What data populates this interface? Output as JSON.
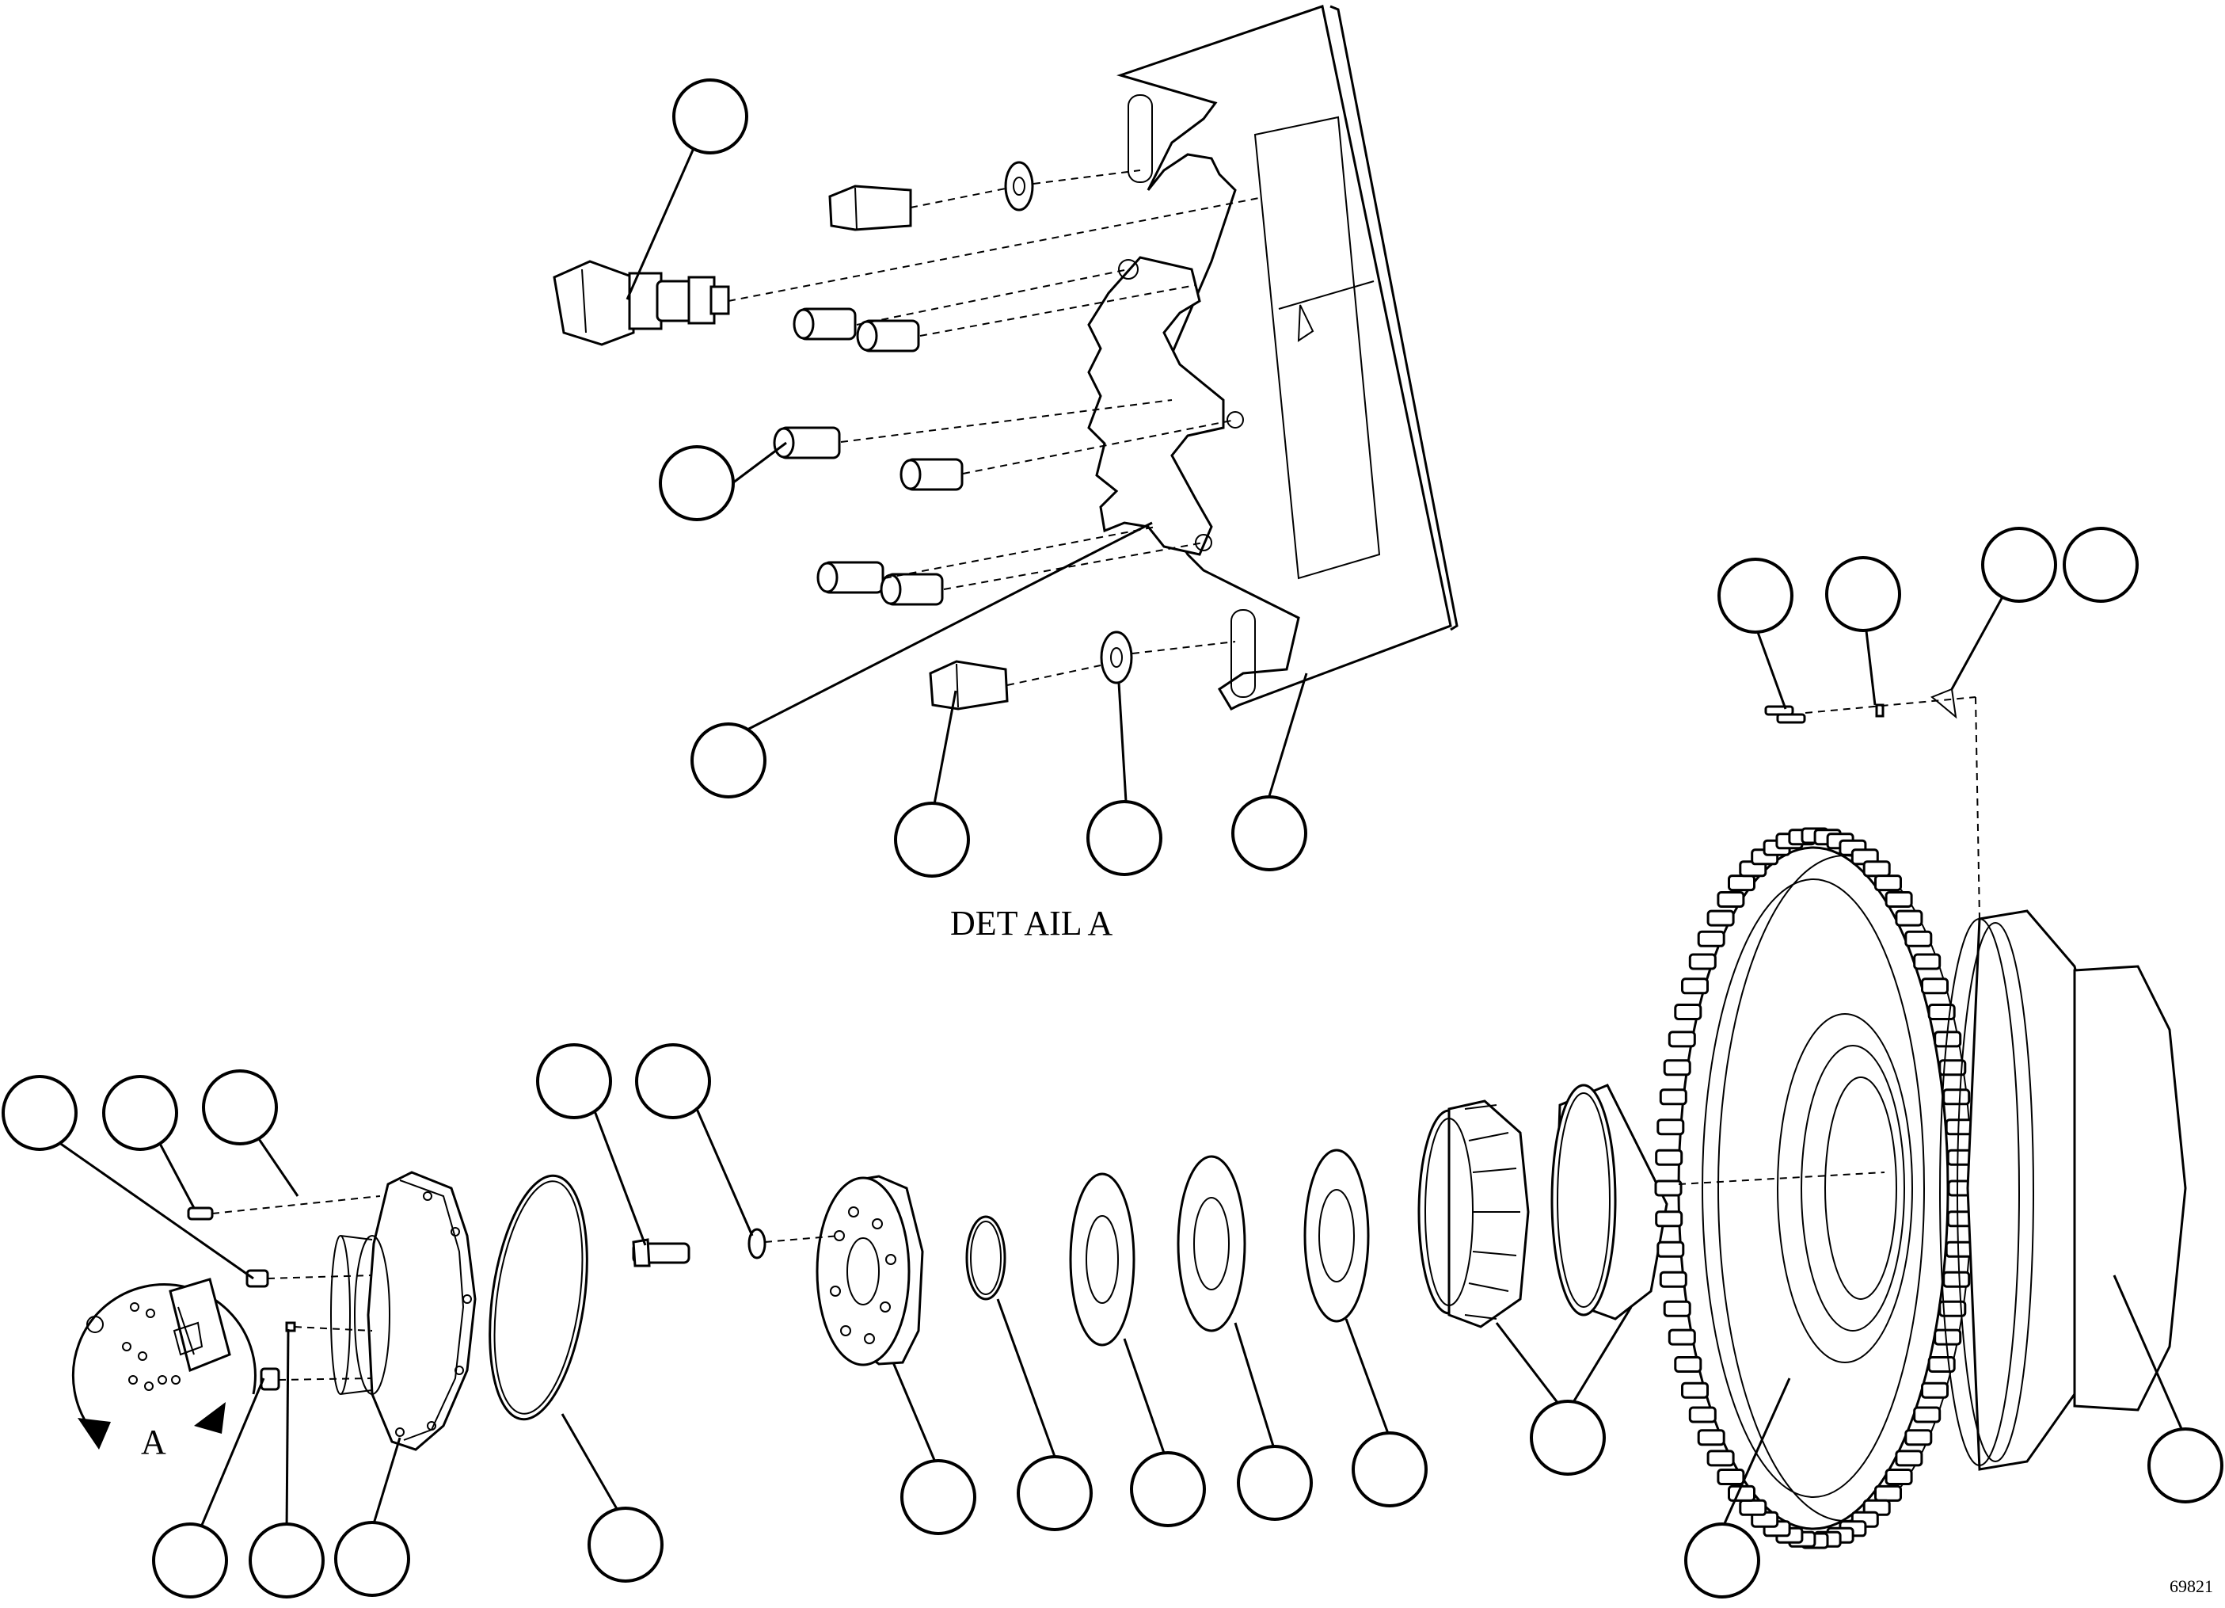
{
  "figure": {
    "detail_label": "DET AIL  A",
    "view_label": "A",
    "figure_number": "69821"
  },
  "callouts": [
    {
      "id": "c1",
      "label": ""
    },
    {
      "id": "c2",
      "label": ""
    },
    {
      "id": "c3",
      "label": ""
    },
    {
      "id": "c4",
      "label": ""
    },
    {
      "id": "c5",
      "label": ""
    },
    {
      "id": "c6",
      "label": ""
    },
    {
      "id": "c7",
      "label": ""
    },
    {
      "id": "c8",
      "label": ""
    },
    {
      "id": "c9",
      "label": ""
    },
    {
      "id": "c10",
      "label": ""
    },
    {
      "id": "c11",
      "label": ""
    },
    {
      "id": "c12",
      "label": ""
    },
    {
      "id": "c13",
      "label": ""
    },
    {
      "id": "c14",
      "label": ""
    },
    {
      "id": "c15",
      "label": ""
    },
    {
      "id": "c16",
      "label": ""
    },
    {
      "id": "c17",
      "label": ""
    },
    {
      "id": "c18",
      "label": ""
    },
    {
      "id": "c19",
      "label": ""
    },
    {
      "id": "c20",
      "label": ""
    },
    {
      "id": "c21",
      "label": ""
    },
    {
      "id": "c22",
      "label": ""
    },
    {
      "id": "c23",
      "label": ""
    },
    {
      "id": "c24",
      "label": ""
    },
    {
      "id": "c25",
      "label": ""
    },
    {
      "id": "c26",
      "label": ""
    },
    {
      "id": "c27",
      "label": ""
    },
    {
      "id": "c28",
      "label": ""
    },
    {
      "id": "c29",
      "label": ""
    }
  ]
}
